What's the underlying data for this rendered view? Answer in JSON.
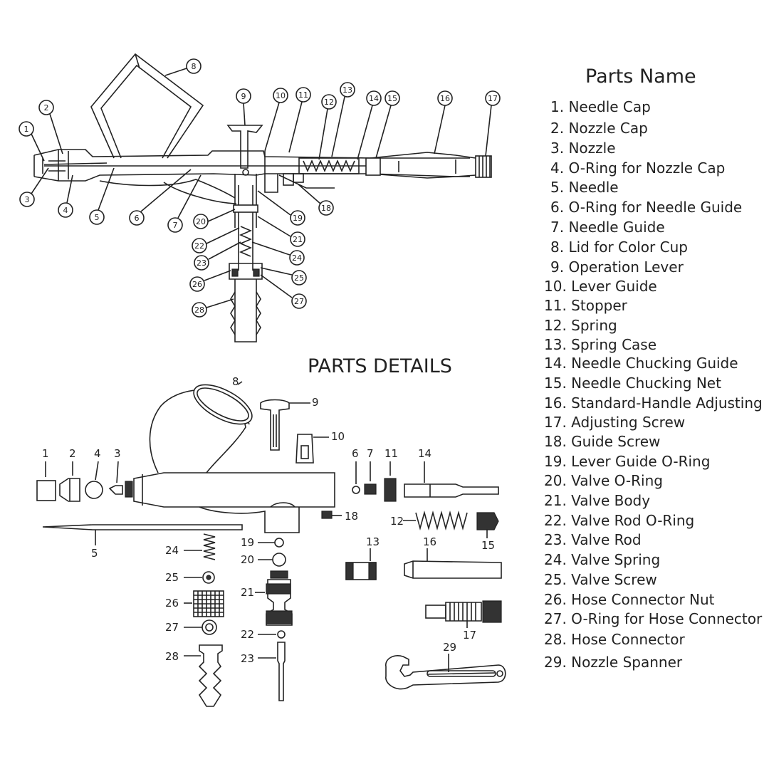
{
  "parts_name": {
    "title": "Parts Name",
    "items": [
      "1. Needle Cap",
      "2. Nozzle Cap",
      "3. Nozzle",
      "4. O-Ring for Nozzle Cap",
      "5. Needle",
      "6. O-Ring for Needle Guide",
      "7. Needle Guide",
      "8. Lid for Color Cup",
      "9. Operation Lever",
      "10. Lever Guide",
      "11. Stopper",
      "12. Spring",
      "13. Spring Case",
      "14. Needle Chucking Guide",
      "15. Needle Chucking Net",
      "16. Standard-Handle Adjusting",
      "17. Adjusting Screw",
      "18. Guide Screw",
      "19. Lever Guide O-Ring",
      "20. Valve O-Ring",
      "21. Valve Body",
      "22. Valve Rod O-Ring",
      "23. Valve Rod",
      "24. Valve Spring",
      "25. Valve Screw",
      "26. Hose Connector Nut",
      "27. O-Ring for Hose Connector",
      "28. Hose Connector",
      "29. Nozzle Spanner"
    ]
  },
  "parts_details": {
    "title": "PARTS DETAILS",
    "labels": [
      "1",
      "2",
      "3",
      "4",
      "5",
      "6",
      "7",
      "8",
      "9",
      "10",
      "11",
      "12",
      "13",
      "14",
      "15",
      "16",
      "17",
      "18",
      "19",
      "20",
      "21",
      "22",
      "23",
      "24",
      "25",
      "26",
      "27",
      "28",
      "29"
    ]
  },
  "assembly": {
    "callouts": [
      "1",
      "2",
      "3",
      "4",
      "5",
      "6",
      "7",
      "8",
      "9",
      "10",
      "11",
      "12",
      "13",
      "14",
      "15",
      "16",
      "17",
      "18",
      "19",
      "20",
      "21",
      "22",
      "23",
      "24",
      "25",
      "26",
      "27",
      "28"
    ]
  }
}
